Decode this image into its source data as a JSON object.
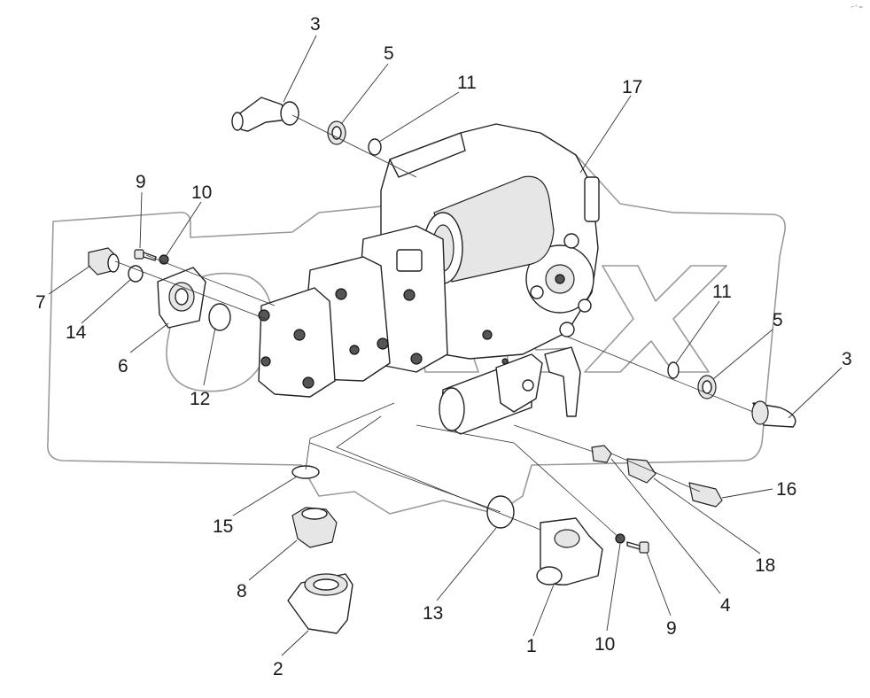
{
  "corner_mark": "⌐° ═",
  "callouts": [
    {
      "id": "c3a",
      "text": "3"
    },
    {
      "id": "c5a",
      "text": "5"
    },
    {
      "id": "c11a",
      "text": "11"
    },
    {
      "id": "c17",
      "text": "17"
    },
    {
      "id": "c9a",
      "text": "9"
    },
    {
      "id": "c10a",
      "text": "10"
    },
    {
      "id": "c7",
      "text": "7"
    },
    {
      "id": "c14",
      "text": "14"
    },
    {
      "id": "c6",
      "text": "6"
    },
    {
      "id": "c12",
      "text": "12"
    },
    {
      "id": "c11b",
      "text": "11"
    },
    {
      "id": "c5b",
      "text": "5"
    },
    {
      "id": "c3b",
      "text": "3"
    },
    {
      "id": "c16",
      "text": "16"
    },
    {
      "id": "c18",
      "text": "18"
    },
    {
      "id": "c4",
      "text": "4"
    },
    {
      "id": "c9b",
      "text": "9"
    },
    {
      "id": "c10b",
      "text": "10"
    },
    {
      "id": "c1",
      "text": "1"
    },
    {
      "id": "c13",
      "text": "13"
    },
    {
      "id": "c15",
      "text": "15"
    },
    {
      "id": "c8",
      "text": "8"
    },
    {
      "id": "c2",
      "text": "2"
    }
  ]
}
